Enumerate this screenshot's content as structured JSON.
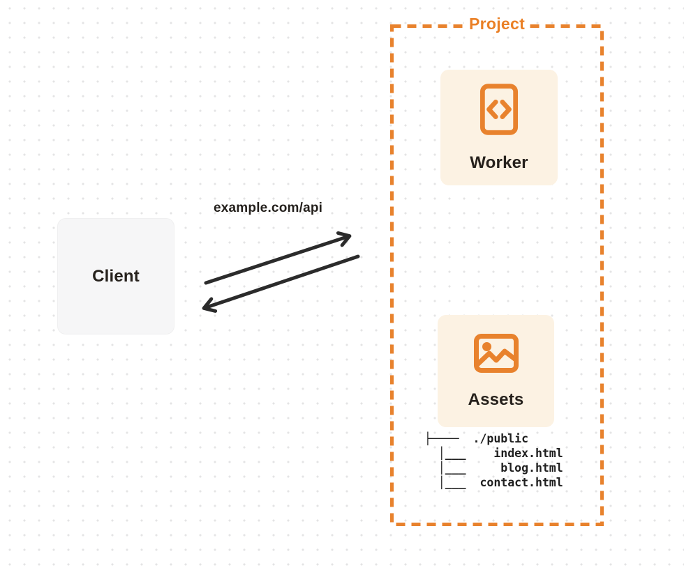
{
  "diagram": {
    "client": {
      "label": "Client"
    },
    "request": {
      "url": "example.com/api"
    },
    "project": {
      "label": "Project",
      "worker": {
        "label": "Worker",
        "icon": "code-file-icon"
      },
      "assets": {
        "label": "Assets",
        "icon": "image-icon"
      },
      "file_tree": {
        "lines": [
          "├────  ./public",
          "  │___    index.html",
          "  │___     blog.html",
          "  │___  contact.html"
        ]
      }
    },
    "colors": {
      "accent_orange": "#e8822d",
      "card_cream": "#fcf2e3",
      "client_gray": "#f6f6f7",
      "ink": "#26211c",
      "arrow": "#2b2b2b",
      "dot_grid": "#e4e4e5"
    }
  }
}
